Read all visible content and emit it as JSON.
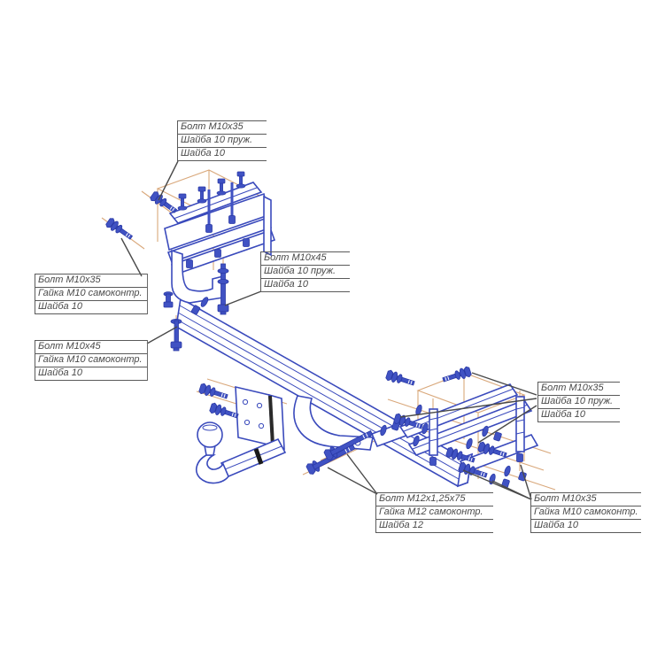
{
  "diagram": {
    "labels": [
      {
        "id": "bolt-top",
        "lines": [
          "Болт М10х35",
          "Шайба 10 пруж.",
          "Шайба 10"
        ]
      },
      {
        "id": "bolt-left-upper",
        "lines": [
          "Болт М10х35",
          "Гайка М10 самоконтр.",
          "Шайба 10"
        ]
      },
      {
        "id": "bolt-center",
        "lines": [
          "Болт М10х45",
          "Шайба 10 пруж.",
          "Шайба 10"
        ]
      },
      {
        "id": "bolt-left-lower",
        "lines": [
          "Болт М10х45",
          "Гайка М10 самоконтр.",
          "Шайба 10"
        ]
      },
      {
        "id": "bolt-right-upper",
        "lines": [
          "Болт М10х35",
          "Шайба 10 пруж.",
          "Шайба 10"
        ]
      },
      {
        "id": "bolt-bottom-center",
        "lines": [
          "Болт М12х1,25х75",
          "Гайка М12 самоконтр.",
          "Шайба 12"
        ]
      },
      {
        "id": "bolt-bottom-right",
        "lines": [
          "Болт М10х35",
          "Гайка М10 самоконтр.",
          "Шайба 10"
        ]
      }
    ],
    "colors": {
      "parts_blue": "#4052c3",
      "parts_outline": "#3a4abc",
      "construction_tan": "#d9a87b",
      "leader_gray": "#4a4a4a",
      "text_gray": "#4a4a4a",
      "highlight_black": "#1a1a1a",
      "background": "#ffffff"
    }
  }
}
